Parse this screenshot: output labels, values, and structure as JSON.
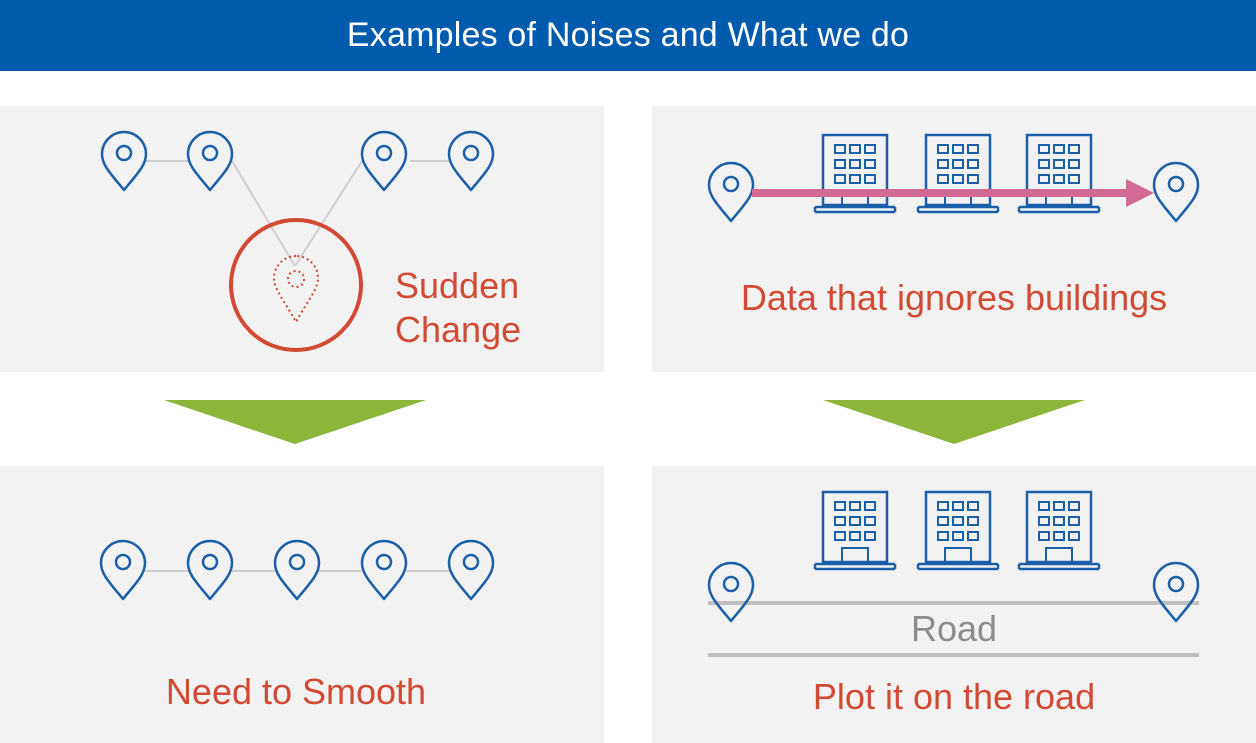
{
  "header": {
    "title": "Examples of Noises and What we do"
  },
  "panels": {
    "top_left": {
      "label_line1": "Sudden",
      "label_line2": "Change"
    },
    "top_right": {
      "label": "Data that ignores buildings"
    },
    "bottom_left": {
      "label": "Need to Smooth"
    },
    "bottom_right": {
      "road_label": "Road",
      "label": "Plot it on the road"
    }
  },
  "colors": {
    "header_bg": "#005bac",
    "pin_blue": "#1b5fa8",
    "accent_red": "#d24a33",
    "arrow_pink": "#d26a95",
    "arrow_green": "#8cb53a",
    "road_gray": "#bfbfbf",
    "panel_bg": "#f2f2f2"
  },
  "icons": [
    "location-pin-icon",
    "building-icon",
    "arrow-right-icon",
    "arrow-down-icon"
  ]
}
